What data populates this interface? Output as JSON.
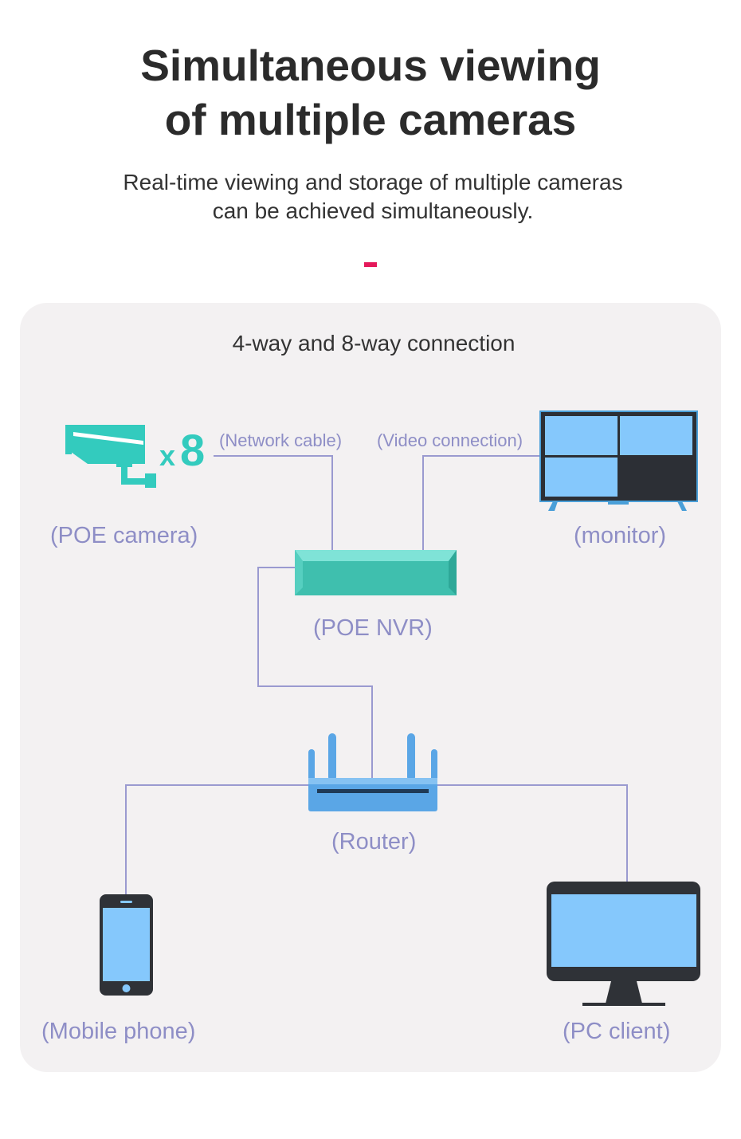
{
  "header": {
    "title_line1": "Simultaneous viewing",
    "title_line2": "of multiple cameras",
    "subtitle_line1": "Real-time viewing and storage of multiple cameras",
    "subtitle_line2": "can be achieved simultaneously."
  },
  "diagram": {
    "panel_title": "4-way and 8-way connection",
    "camera_quantity_x": "x",
    "camera_quantity_n": "8",
    "network_cable_label": "(Network cable)",
    "video_connection_label": "(Video connection)",
    "poe_camera_label": "(POE camera)",
    "monitor_label": "(monitor)",
    "nvr_label": "(POE NVR)",
    "router_label": "(Router)",
    "mobile_label": "(Mobile phone)",
    "pc_label": "(PC client)"
  },
  "colors": {
    "accent": "#e5195b",
    "teal": "#33cbbe",
    "label": "#8e8ec6",
    "line": "#9a9ad0",
    "screen_blue": "#85c8fc",
    "dark_frame": "#2f3237",
    "router_blue": "#4f9fe3"
  }
}
